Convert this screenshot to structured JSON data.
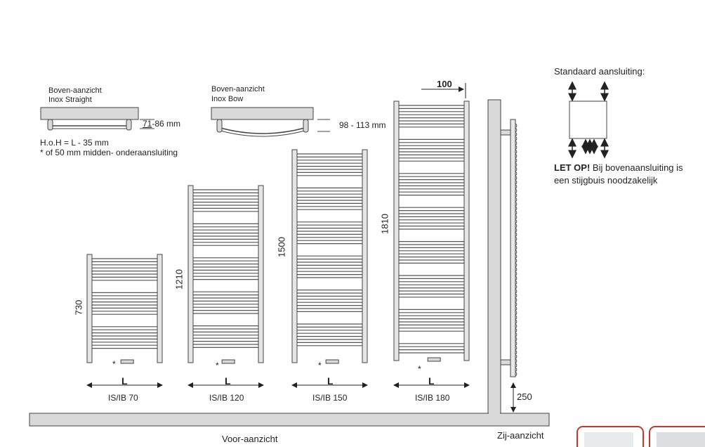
{
  "top_views": {
    "straight": {
      "title": "Boven-aanzicht",
      "subtitle": "Inox Straight",
      "dim_underlined": "71",
      "dim_rest": "-86 mm"
    },
    "bow": {
      "title": "Boven-aanzicht",
      "subtitle": "Inox Bow",
      "dim": "98 - 113 mm"
    }
  },
  "notes": {
    "hoh": "H.o.H = L - 35 mm",
    "footnote": "* of 50 mm midden- onderaansluiting"
  },
  "radiators": [
    {
      "model": "IS/IB 70",
      "height": "730",
      "width_label": "L",
      "star": "*"
    },
    {
      "model": "IS/IB 120",
      "height": "1210",
      "width_label": "L",
      "star": "*"
    },
    {
      "model": "IS/IB 150",
      "height": "1500",
      "width_label": "L",
      "star": "*"
    },
    {
      "model": "IS/IB 180",
      "height": "1810",
      "width_label": "L",
      "star": "*"
    }
  ],
  "depth_dim": "100",
  "floor_dim": "250",
  "front_view_label": "Voor-aanzicht",
  "side_view_label": "Zij-aanzicht",
  "connection": {
    "title": "Standaard aansluiting:",
    "warning_bold": "LET OP!",
    "warning_rest": " Bij bovenaansluiting is",
    "warning_line2": "een stijgbuis noodzakelijk"
  }
}
